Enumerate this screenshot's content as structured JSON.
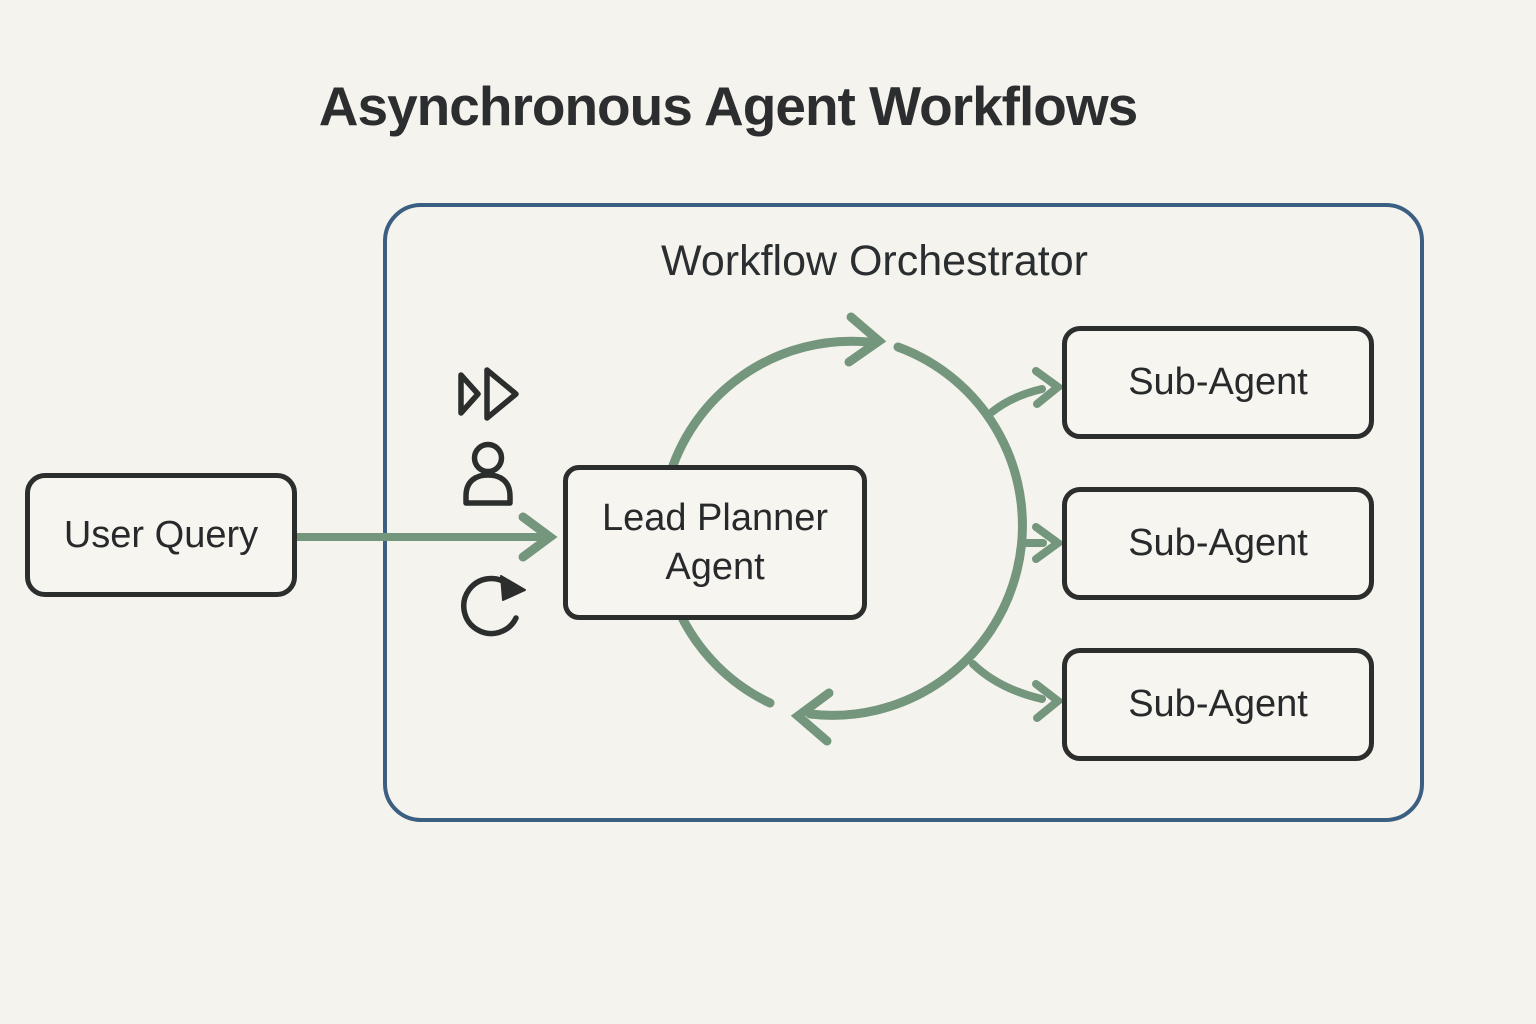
{
  "title": "Asynchronous Agent Workflows",
  "user_query": {
    "label": "User Query"
  },
  "orchestrator": {
    "label": "Workflow Orchestrator",
    "lead_planner": {
      "label": "Lead Planner Agent"
    },
    "sub_agents": [
      {
        "label": "Sub-Agent"
      },
      {
        "label": "Sub-Agent"
      },
      {
        "label": "Sub-Agent"
      }
    ]
  },
  "icons": {
    "fast_forward": "fast-forward-icon",
    "user": "user-icon",
    "refresh": "refresh-icon"
  },
  "colors": {
    "background": "#f5f3ed",
    "container_border": "#3b5f82",
    "node_border": "#2b2e2d",
    "arrow_green": "#73967d",
    "text": "#2b2e30"
  }
}
